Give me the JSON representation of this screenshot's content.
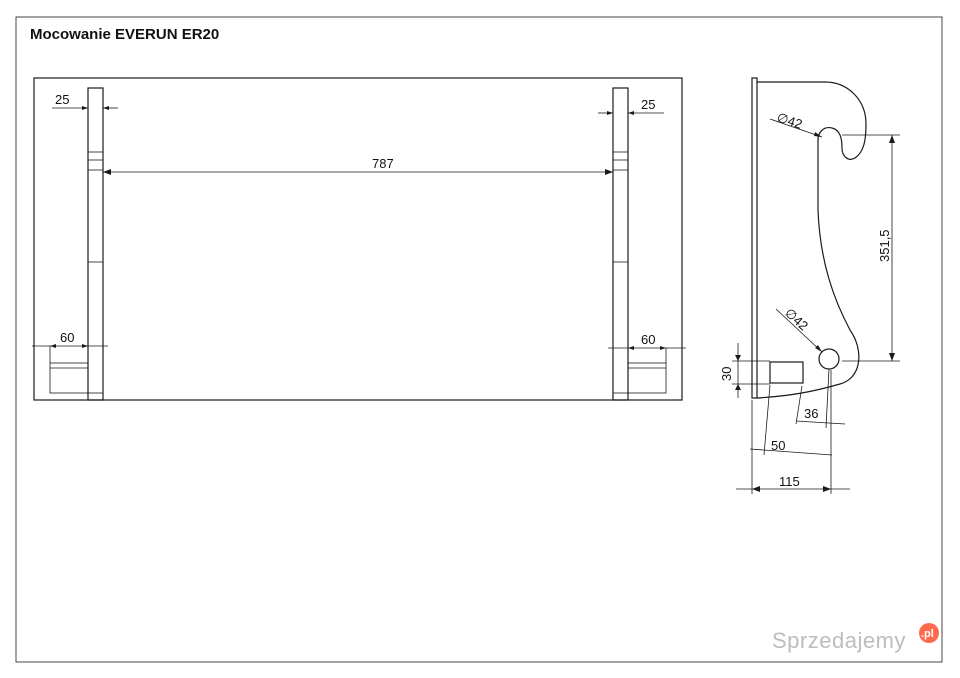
{
  "drawing": {
    "title": "Mocowanie EVERUN ER20",
    "front_view": {
      "dim_post_left": "25",
      "dim_post_right": "25",
      "dim_inner_span": "787",
      "dim_foot_left": "60",
      "dim_foot_right": "60"
    },
    "side_view": {
      "dim_hook_diameter": "∅42",
      "dim_hole_diameter": "∅42",
      "dim_hole_spacing": "351,5",
      "dim_plate_height": "30",
      "dim_hole_offset": "36",
      "dim_plate_offset": "50",
      "dim_total_depth": "115"
    }
  },
  "watermark": {
    "text": "Sprzedajemy",
    "badge": ".pl"
  }
}
